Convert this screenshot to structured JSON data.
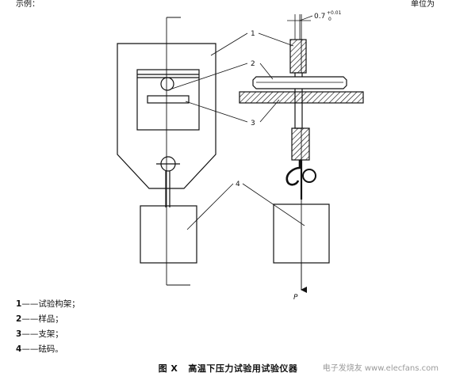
{
  "header": {
    "left": "示例：",
    "right": "单位为"
  },
  "callouts": [
    "1",
    "2",
    "3",
    "4"
  ],
  "dimension": {
    "value": "0.7",
    "tol_upper": "+0.01",
    "tol_lower": "0"
  },
  "force_label": "P",
  "legend": [
    {
      "num": "1",
      "dash": "——",
      "text": "试验构架；"
    },
    {
      "num": "2",
      "dash": "——",
      "text": "样品；"
    },
    {
      "num": "3",
      "dash": "——",
      "text": "支架；"
    },
    {
      "num": "4",
      "dash": "——",
      "text": "砝码。"
    }
  ],
  "caption": {
    "figure": "图 X",
    "title": "高温下压力试验用试验仪器"
  },
  "watermark": "电子发烧友 www.elecfans.com"
}
